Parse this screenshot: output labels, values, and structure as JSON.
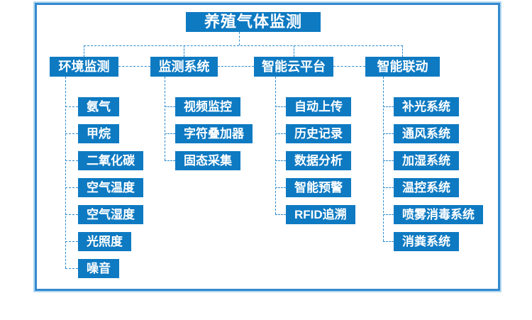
{
  "diagram": {
    "title": "养殖气体监测",
    "branches": [
      {
        "label": "环境监测",
        "children": [
          "氨气",
          "甲烷",
          "二氧化碳",
          "空气温度",
          "空气湿度",
          "光照度",
          "噪音"
        ]
      },
      {
        "label": "监测系统",
        "children": [
          "视频监控",
          "字符叠加器",
          "固态采集"
        ]
      },
      {
        "label": "智能云平台",
        "children": [
          "自动上传",
          "历史记录",
          "数据分析",
          "智能预警",
          "RFID追溯"
        ]
      },
      {
        "label": "智能联动",
        "children": [
          "补光系统",
          "通风系统",
          "加湿系统",
          "温控系统",
          "喷雾消毒系统",
          "消粪系统"
        ]
      }
    ],
    "colors": {
      "box_blue": "#0e7ac2",
      "line_blue": "#2e8bd0",
      "border_blue": "#3489ce",
      "border_light": "#b3d8f1",
      "text_white": "#ffffff"
    }
  }
}
